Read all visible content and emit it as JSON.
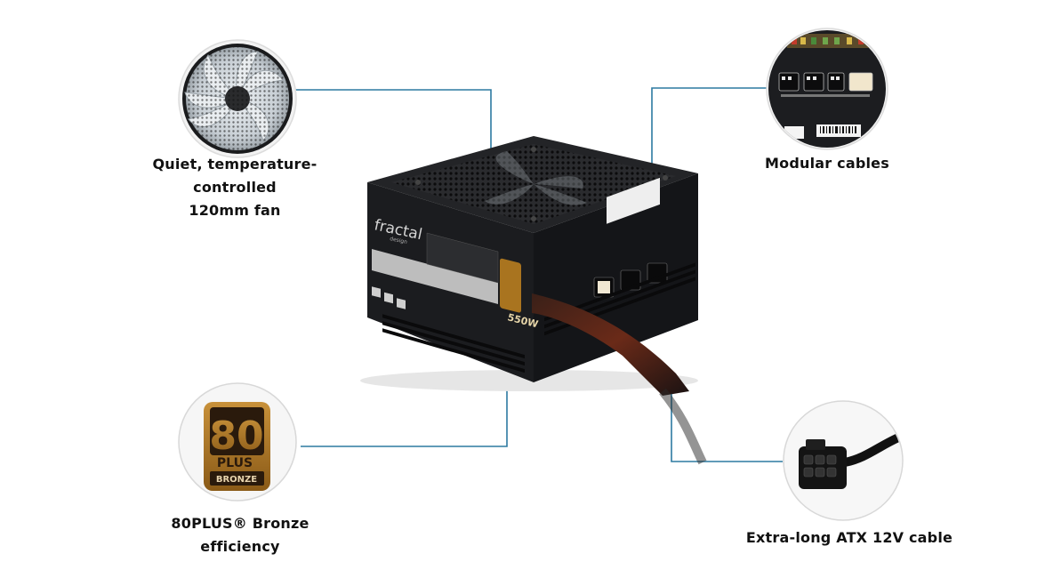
{
  "features": [
    {
      "id": "fan",
      "line1": "Quiet, temperature-controlled",
      "line2": "120mm fan"
    },
    {
      "id": "modular",
      "line1": "Modular cables"
    },
    {
      "id": "bronze",
      "line1": "80PLUS® Bronze efficiency"
    },
    {
      "id": "atx",
      "line1": "Extra-long ATX 12V cable"
    }
  ],
  "badge": {
    "number": "80",
    "plus": "PLUS",
    "tier": "BRONZE"
  },
  "psu": {
    "brand": "fractal",
    "brand_sub": "design",
    "wattage_label": "550W"
  },
  "colors": {
    "leader_line": "#2d7aa1",
    "badge_gold": "#a9741f",
    "psu_body": "#1b1c1f"
  }
}
